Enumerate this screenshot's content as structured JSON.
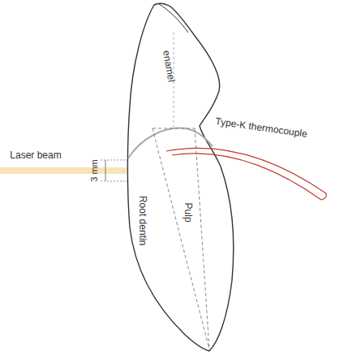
{
  "diagram": {
    "labels": [
      "enamel",
      "Type-K thermocouple",
      "Laser beam",
      "3 mm",
      "Root dentin",
      "Pulp"
    ]
  }
}
